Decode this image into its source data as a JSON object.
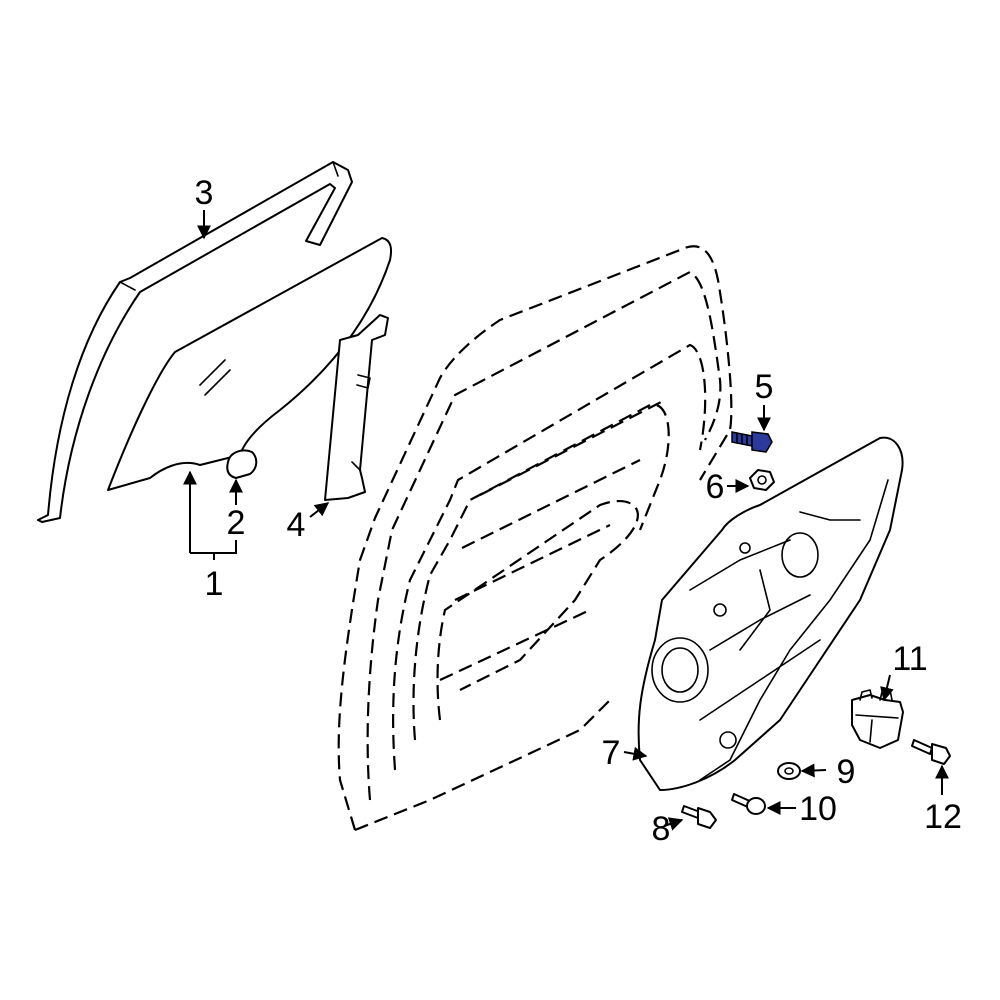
{
  "callouts": [
    {
      "id": "1",
      "label": "1"
    },
    {
      "id": "2",
      "label": "2"
    },
    {
      "id": "3",
      "label": "3"
    },
    {
      "id": "4",
      "label": "4"
    },
    {
      "id": "5",
      "label": "5"
    },
    {
      "id": "6",
      "label": "6"
    },
    {
      "id": "7",
      "label": "7"
    },
    {
      "id": "8",
      "label": "8"
    },
    {
      "id": "9",
      "label": "9"
    },
    {
      "id": "10",
      "label": "10"
    },
    {
      "id": "11",
      "label": "11"
    },
    {
      "id": "12",
      "label": "12"
    }
  ],
  "colors": {
    "line": "#000000",
    "background": "#ffffff",
    "highlight_part": "#2b3a9c"
  },
  "highlighted_callout": "5"
}
